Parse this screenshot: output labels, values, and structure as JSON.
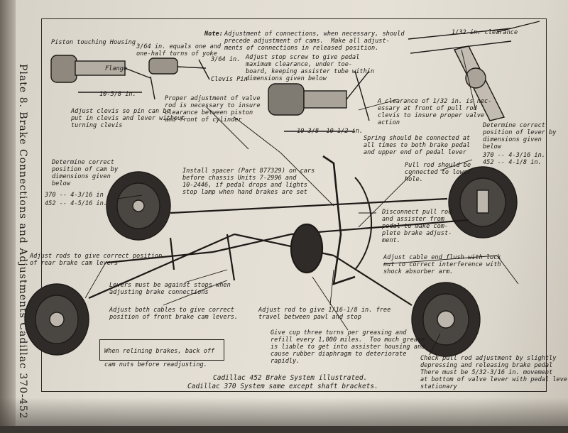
{
  "plate_title": "Plate 8.  Brake Connections and Adjustments  Cadillac 370-452",
  "labels": {
    "piston_housing": "Piston touching Housing",
    "flange": "Flange",
    "yoke": "3/64 in. equals one and\none-half turns of yoke",
    "three_64": "3/64 in.",
    "clevis_pin": "Clevis Pin",
    "ten_5_8": "10-5/8 in.",
    "adjust_clevis": "Adjust clevis so pin can be\nput in clevis and lever without\nturning clevis",
    "proper_adjust": "Proper adjustment of valve\nrod is necessary to insure\nclearance between piston\nand front of cylinder",
    "note_label": "Note:",
    "note_text": "Adjustment of connections, when necessary, should\nprecede adjustment of cams.  Make all adjust-\nments of connections in released position.",
    "stop_screw": "Adjust stop screw to give pedal\nmaximum clearance, under toe-\nboard, keeping assister tube within\ndimensions given below",
    "ten_3_8": "10-3/8 -10-1/2 in.",
    "clearance_1_32": "1/32 in. clearance",
    "clearance_note": "A clearance of 1/32 in. is nec-\nessary at front of pull rod\nclevis to insure proper valve\naction",
    "determine_lever": "Determine correct\nposition of lever by\ndimensions given\nbelow",
    "lever_370": "370 -- 4-3/16 in.",
    "lever_452": "452 -- 4-1/8 in.",
    "spring": "Spring should be connected at\nall times to both brake pedal\nand upper end of pedal lever",
    "pull_rod": "Pull rod should be\nconnected to lower\nhole.",
    "determine_cam": "Determine correct\nposition of cam by\ndimensions given\nbelow",
    "cam_370": "370 -- 4-3/16 in",
    "cam_452": "452 -- 4-5/16 in.",
    "spacer": "Install spacer (Part 877329) on cars\nbefore chassis Units 7-2996 and\n10-2446, if pedal drops and lights\nstop lamp when hand brakes are set",
    "disconnect": "Disconnect pull rod\nand assister from\npedal to make com-\nplete brake adjust-\nment.",
    "rear_rods": "Adjust rods to give correct position\nof rear brake cam levers",
    "cable_end": "Adjust cable end flush with lock\nnut to correct interference with\nshock absorber arm.",
    "levers_stops": "Levers must be against stops when\nadjusting brake connections",
    "both_cables": "Adjust both cables to give correct\nposition of front brake cam levers.",
    "rod_pawl": "Adjust rod to give 1/16-1/8 in. free\ntravel between pawl and stop",
    "grease_cup": "Give cup three turns per greasing and\nrefill every 1,000 miles.  Too much grease\nis liable to get into assister housing and\ncause rubber diaphragm to deteriorate\nrapidly.",
    "relining": "When relining brakes, back off\ncam nuts before readjusting.",
    "check_pull": "Check pull rod adjustment by slightly\ndepressing and releasing brake pedal\nThere must be 5/32-3/16 in. movement\nat bottom of valve lever with pedal lever\nstationary"
  },
  "footer": {
    "line1": "Cadillac 452 Brake System illustrated.",
    "line2": "Cadillac 370 System same except shaft brackets."
  }
}
